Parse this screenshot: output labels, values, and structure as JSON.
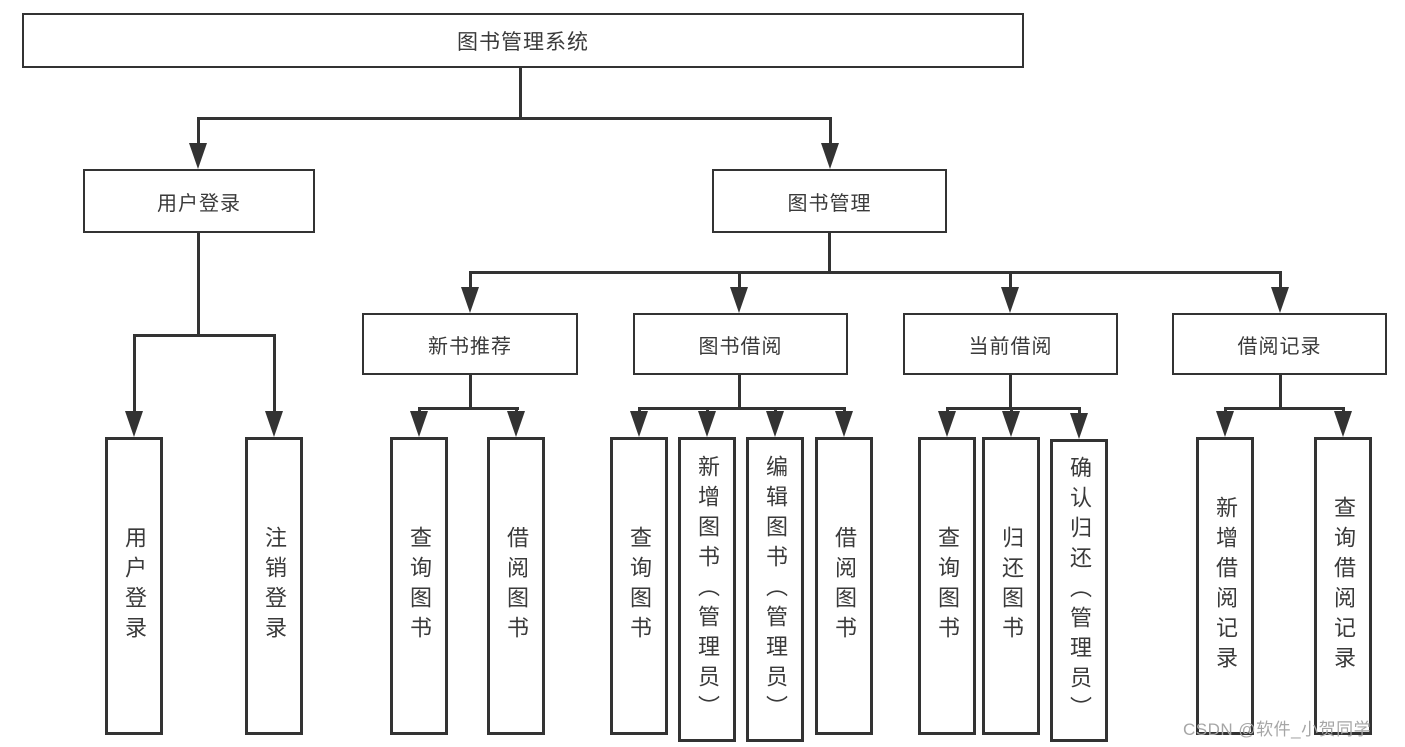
{
  "diagram": {
    "title": "图书管理系统",
    "branches": [
      {
        "label": "用户登录",
        "children": [
          "用户登录",
          "注销登录"
        ]
      },
      {
        "label": "图书管理",
        "sections": [
          {
            "label": "新书推荐",
            "children": [
              "查询图书",
              "借阅图书"
            ]
          },
          {
            "label": "图书借阅",
            "children": [
              "查询图书",
              "新增图书（管理员）",
              "编辑图书（管理员）",
              "借阅图书"
            ]
          },
          {
            "label": "当前借阅",
            "children": [
              "查询图书",
              "归还图书",
              "确认归还（管理员）"
            ]
          },
          {
            "label": "借阅记录",
            "children": [
              "新增借阅记录",
              "查询借阅记录"
            ]
          }
        ]
      }
    ]
  },
  "watermark": "CSDN @软件_小贺同学",
  "colors": {
    "line": "#333333",
    "text": "#3a3a3a",
    "watermark": "#a6a6a6",
    "background": "#ffffff"
  }
}
